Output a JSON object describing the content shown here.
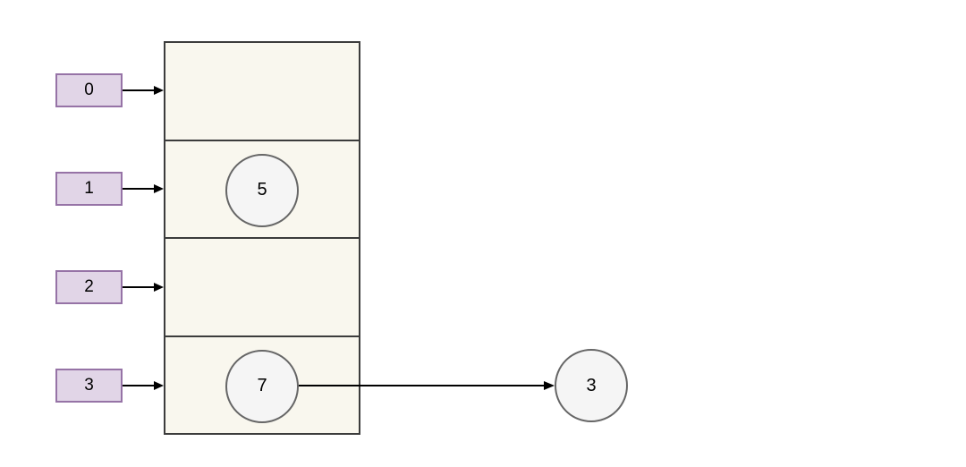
{
  "diagram": {
    "kind": "hash-table-with-chaining",
    "index_labels": [
      "0",
      "1",
      "2",
      "3"
    ],
    "cells": [
      {
        "index": "0",
        "node": null
      },
      {
        "index": "1",
        "node": "5"
      },
      {
        "index": "2",
        "node": null
      },
      {
        "index": "3",
        "node": "7"
      }
    ],
    "external_node": {
      "label": "3",
      "linked_from": "7"
    },
    "colors": {
      "index_box_fill": "#e1d5e7",
      "index_box_border": "#9673a6",
      "cell_fill": "#f9f7ee",
      "cell_border": "#3c3c3c",
      "node_fill": "#f5f5f5",
      "node_border": "#666666",
      "arrow": "#000000",
      "background": "#ffffff"
    }
  }
}
